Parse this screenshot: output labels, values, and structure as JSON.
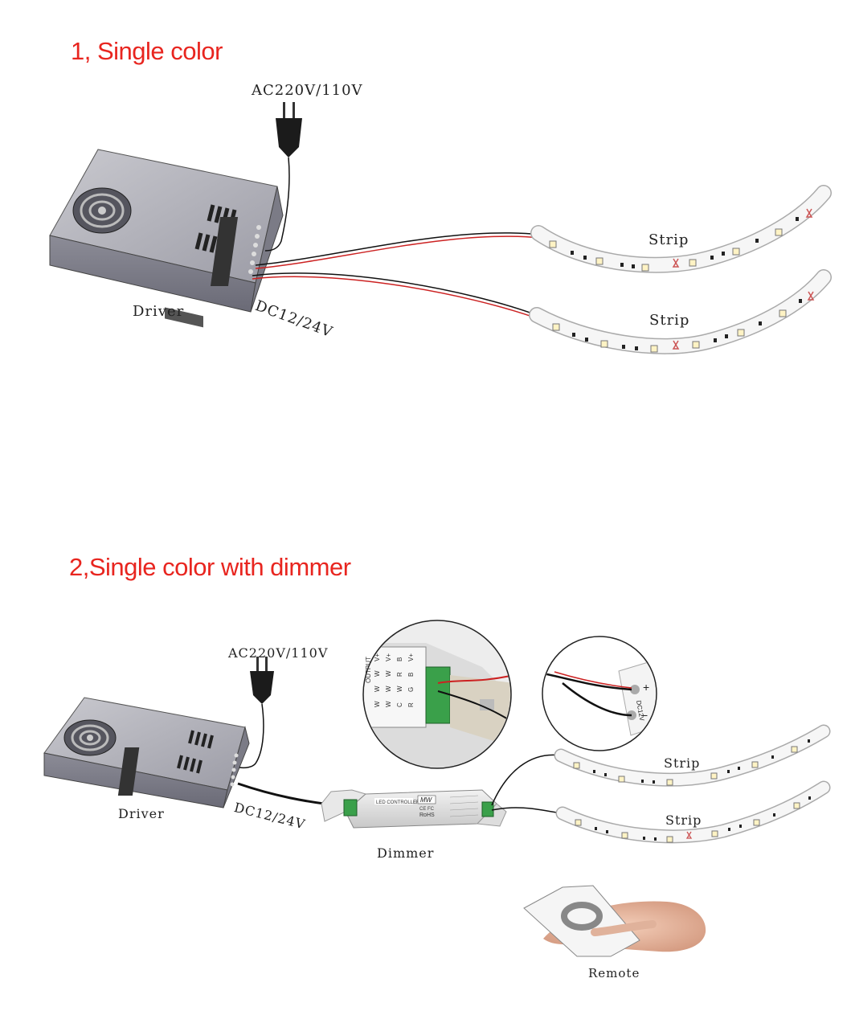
{
  "sections": [
    {
      "title": "1, Single color",
      "labels": {
        "ac_input": "AC220V/110V",
        "driver": "Driver",
        "dc_output": "DC12/24V",
        "strip_1": "Strip",
        "strip_2": "Strip"
      }
    },
    {
      "title": "2,Single color with dimmer",
      "labels": {
        "ac_input": "AC220V/110V",
        "driver": "Driver",
        "dc_output": "DC12/24V",
        "dimmer": "Dimmer",
        "strip_1": "Strip",
        "strip_2": "Strip",
        "remote": "Remote"
      },
      "dimmer_markings": {
        "brand": "MW",
        "product": "LED CONTROLLER",
        "cert": "CE FC",
        "rohs": "RoHS"
      },
      "output_detail": {
        "heading": "OUTPUT",
        "rows": [
          [
            "W",
            "W",
            "W",
            "V+"
          ],
          [
            "W",
            "W",
            "W",
            "V+"
          ],
          [
            "C",
            "W",
            "R",
            "B"
          ],
          [
            "R",
            "G",
            "B",
            "V+"
          ]
        ]
      },
      "input_detail": {
        "plus": "+",
        "minus": "−",
        "voltage": "DC12V"
      }
    }
  ],
  "colors": {
    "heading": "#e8251f",
    "wire_black": "#111111",
    "wire_red": "#d21f1f",
    "strip_body": "#f4f4f4",
    "led": "#fff7d6",
    "terminal_green": "#3aa04a"
  }
}
